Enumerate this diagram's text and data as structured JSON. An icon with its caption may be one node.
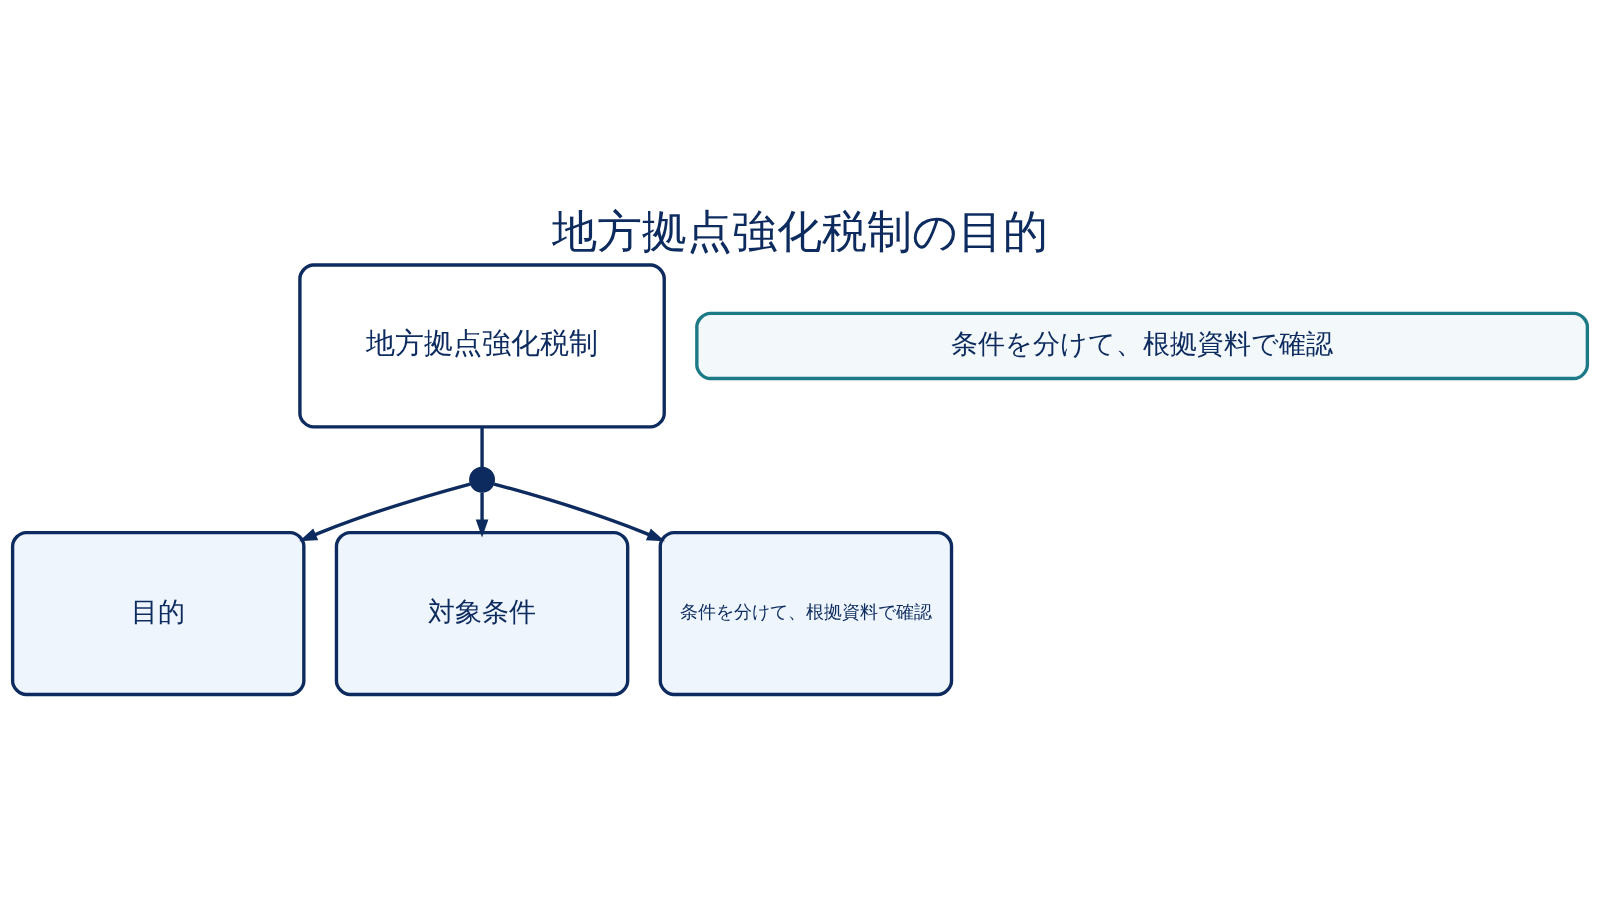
{
  "diagram": {
    "title": "地方拠点強化税制の目的",
    "nodes": [
      {
        "text": [
          "地方拠点強化税制"
        ]
      },
      {
        "text": [],
        "shape": "circle"
      },
      {
        "text": [
          "目的"
        ]
      },
      {
        "text": [
          "対象条件"
        ]
      },
      {
        "text": [
          "条件を分けて、根拠資料で確認"
        ]
      },
      {
        "text": [
          "条件を分けて、根拠資料で確認"
        ]
      }
    ],
    "edges": [
      {
        "from": 0,
        "to": 1,
        "arrow": "none"
      },
      {
        "from": 1,
        "to": 2,
        "arrow": "to"
      },
      {
        "from": 1,
        "to": 3,
        "arrow": "to"
      },
      {
        "from": 1,
        "to": 4,
        "arrow": "to"
      }
    ]
  }
}
